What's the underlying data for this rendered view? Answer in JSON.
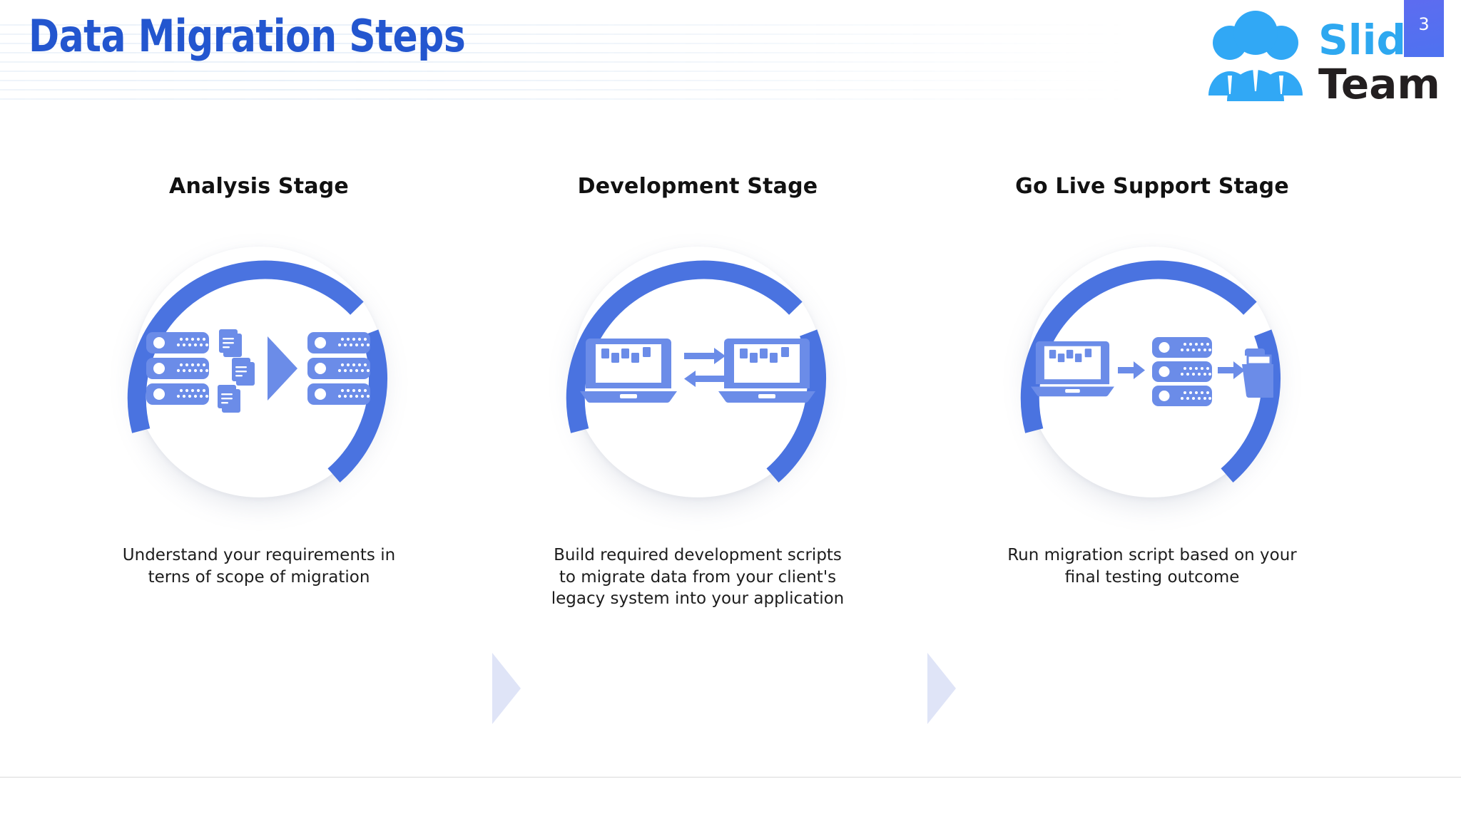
{
  "slide": {
    "title": "Data Migration Steps",
    "page_number": "3",
    "title_color": "#2356cf",
    "accent_color": "#4a73e0",
    "icon_color": "#6b8ce8",
    "chevron_color": "#dfe4f7"
  },
  "logo": {
    "word_one": "Slide",
    "word_two": "Team",
    "word_one_color": "#2ea8f0",
    "word_two_color": "#231f20",
    "people_color": "#31a8f5"
  },
  "stages": [
    {
      "title": "Analysis Stage",
      "caption": "Understand your requirements in terns of scope of migration",
      "icon": "server-to-server-documents-icon"
    },
    {
      "title": "Development Stage",
      "caption": "Build required development scripts to migrate data from your client's legacy system into your application",
      "icon": "laptop-sync-laptop-icon"
    },
    {
      "title": "Go Live Support Stage",
      "caption": "Run migration script based on your final testing outcome",
      "icon": "laptop-server-folder-icon"
    }
  ],
  "separators": [
    {
      "name": "chevron-separator-1"
    },
    {
      "name": "chevron-separator-2"
    }
  ]
}
